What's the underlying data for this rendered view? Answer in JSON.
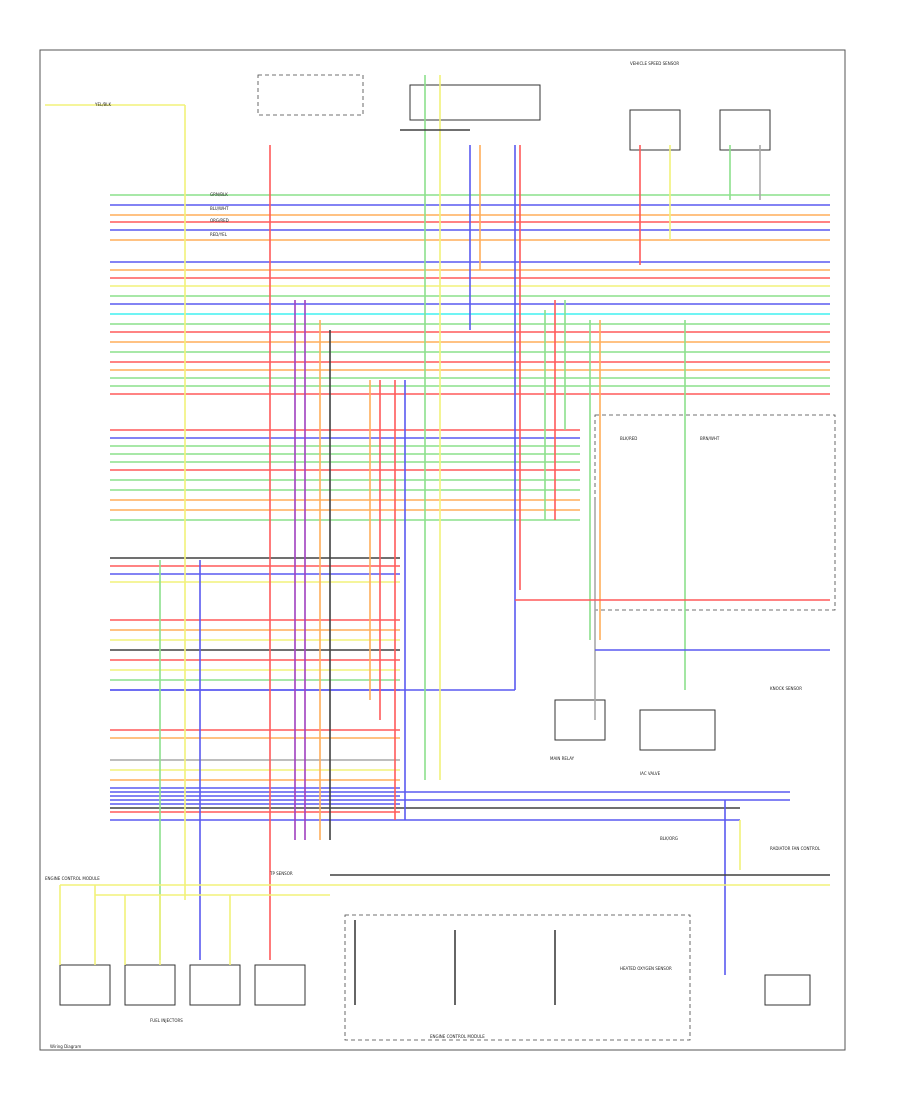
{
  "colors": {
    "green": "#8ce08c",
    "blue": "#5a5af0",
    "orange": "#ffad5a",
    "red": "#ff5a5a",
    "yellow": "#f2f27a",
    "purple": "#a040c0",
    "cyan": "#40f0f0",
    "black": "#404040",
    "gray": "#a8a8a8"
  },
  "wire_labels": {
    "grn_blk": "GRN/BLK",
    "blu_wht": "BLU/WHT",
    "org_red": "ORG/RED",
    "red_yel": "RED/YEL",
    "yel_blk": "YEL/BLK",
    "blk_red": "BLK/RED",
    "brn_wht": "BRN/WHT",
    "blk_org": "BLK/ORG"
  },
  "component_labels": {
    "ecm": "ENGINE CONTROL MODULE",
    "o2": "HEATED OXYGEN SENSOR",
    "speed": "VEHICLE SPEED SENSOR",
    "tp": "TP SENSOR",
    "knock": "KNOCK SENSOR",
    "iac": "IAC VALVE",
    "fuel": "FUEL INJECTORS",
    "fan": "RADIATOR FAN CONTROL",
    "relay": "MAIN RELAY"
  },
  "footer": {
    "note": "Wiring Diagram",
    "bottom_center": "ENGINE CONTROL MODULE"
  }
}
